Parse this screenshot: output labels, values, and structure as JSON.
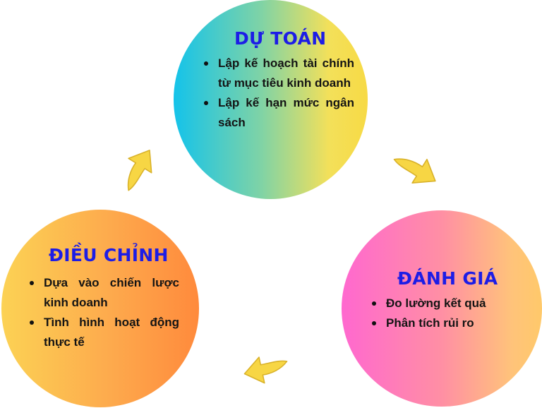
{
  "nodes": [
    {
      "id": "du-toan",
      "title": "DỰ TOÁN",
      "items": [
        "Lập kế hoạch tài chính từ mục tiêu kinh doanh",
        "Lập kế hạn mức ngân sách"
      ]
    },
    {
      "id": "danh-gia",
      "title": "ĐÁNH GIÁ",
      "items": [
        "Đo lường kết quả",
        "Phân tích rủi ro"
      ]
    },
    {
      "id": "dieu-chinh",
      "title": "ĐIỀU CHỈNH",
      "items": [
        "Dựa vào chiến lược kinh doanh",
        "Tình hình hoạt động thực tế"
      ]
    }
  ],
  "colors": {
    "title": "#1d1de6",
    "text": "#141414",
    "arrow": "#f7d644",
    "circle_top": [
      "#14c3ea",
      "#f7da45"
    ],
    "circle_right": [
      "#ff68cf",
      "#ffc96a"
    ],
    "circle_left": [
      "#fcd254",
      "#ff8a3c"
    ]
  },
  "icons": [
    "curved-arrow-icon"
  ]
}
